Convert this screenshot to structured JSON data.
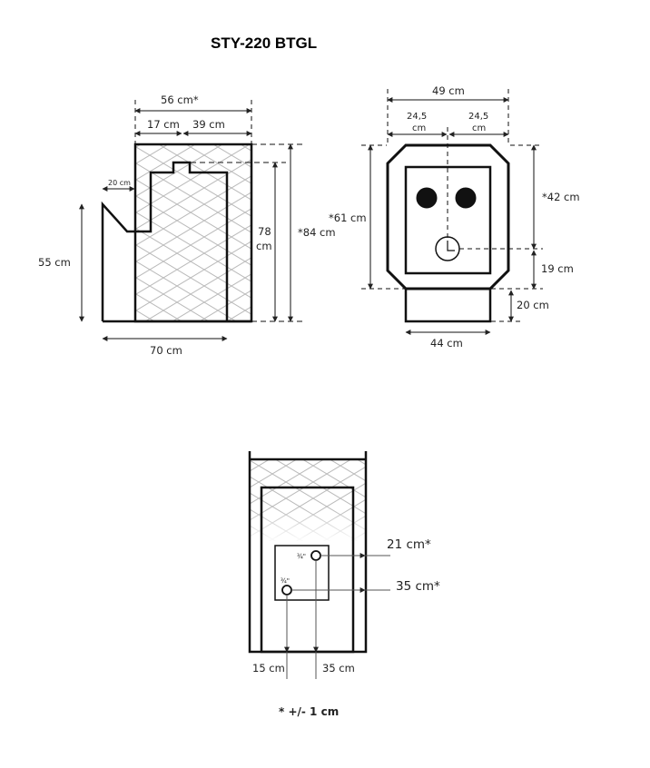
{
  "title": "STY-220 BTGL",
  "side_view": {
    "width_total": "56 cm*",
    "width_left": "17 cm",
    "width_right": "39 cm",
    "step": "20 cm",
    "height_front": "55 cm",
    "height_tank_num": "78",
    "height_tank_unit": "cm",
    "height_total": "*84 cm",
    "depth": "70 cm"
  },
  "front_view": {
    "width_total": "49 cm",
    "half_left_num": "24,5",
    "half_left_unit": "cm",
    "half_right_num": "24,5",
    "half_right_unit": "cm",
    "height_body": "*61 cm",
    "height_upper": "*42 cm",
    "height_lower": "19 cm",
    "height_base": "20 cm",
    "base_width": "44 cm"
  },
  "rear_view": {
    "pipe_top_label": "¾\"",
    "pipe_bottom_label": "¾\"",
    "pipe_top_height": "21 cm*",
    "pipe_bottom_height": "35 cm*",
    "pipe_left_offset": "15 cm",
    "pipe_right_offset": "35 cm"
  },
  "footnote": "* +/- 1 cm"
}
